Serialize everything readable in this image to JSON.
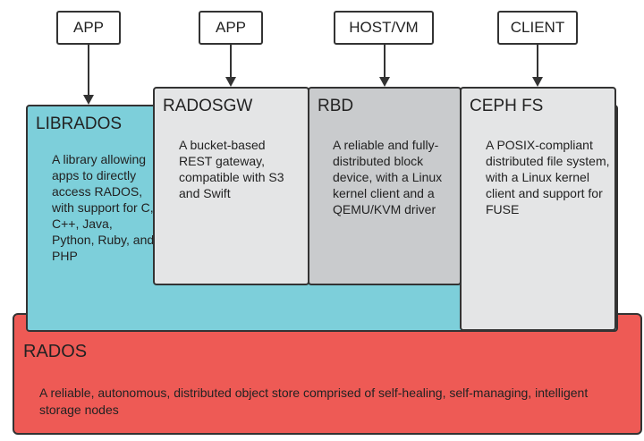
{
  "clients": [
    "APP",
    "APP",
    "HOST/VM",
    "CLIENT"
  ],
  "librados": {
    "title": "LIBRADOS",
    "desc": "A library allowing apps to directly access RADOS, with support for C, C++, Java, Python, Ruby, and PHP"
  },
  "radosgw": {
    "title": "RADOSGW",
    "desc": "A bucket-based REST gateway, compatible with S3 and Swift"
  },
  "rbd": {
    "title": "RBD",
    "desc": "A reliable and fully-distributed block device, with a Linux kernel client and a QEMU/KVM driver"
  },
  "cephfs": {
    "title": "CEPH FS",
    "desc": "A POSIX-compliant distributed file system, with a Linux kernel client and support for FUSE"
  },
  "rados": {
    "title": "RADOS",
    "desc": "A reliable, autonomous, distributed object store comprised of self-healing, self-managing, intelligent storage nodes"
  },
  "colors": {
    "librados": "#7dcfda",
    "radosgw": "#e4e5e6",
    "rbd": "#c9cbcd",
    "cephfs": "#e4e5e6",
    "rados": "#ee5a55"
  }
}
